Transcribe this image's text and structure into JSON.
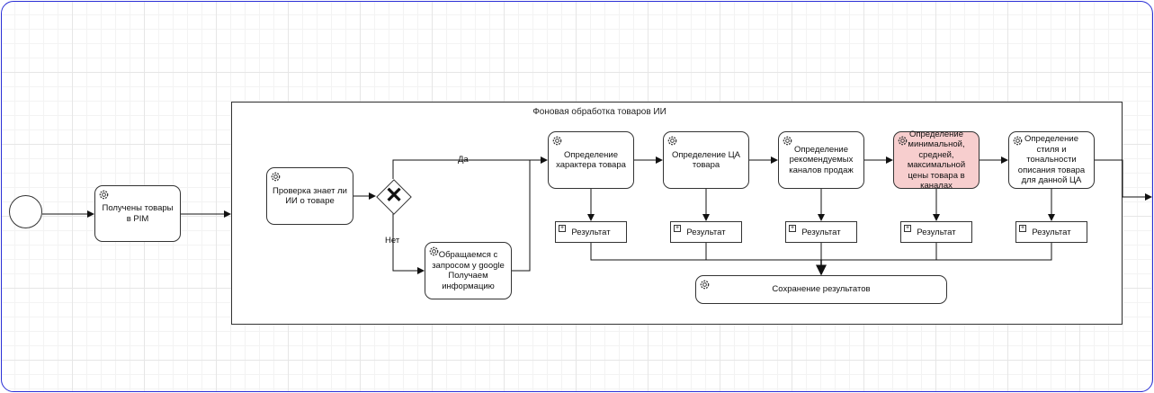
{
  "pool": {
    "title": "Фоновая обработка товаров ИИ"
  },
  "tasks": {
    "received": "Получены товары в PIM",
    "check_ai": "Проверка знает ли ИИ о товаре",
    "google": "Обращаемся с запросом у google Получаем информацию",
    "character": "Определение характера товара",
    "ca": "Определение ЦА товара",
    "channels": "Определение рекомендуемых каналов продаж",
    "price": "Определение минимальной, средней, максимальной цены товара в каналах",
    "style": "Определение стиля и тональности описания товара для данной ЦА",
    "save": "Сохранение результатов"
  },
  "result_label": "Результат",
  "gateway": {
    "yes": "Да",
    "no": "Нет"
  },
  "colors": {
    "highlight": "#f7cece",
    "frame": "#2b2fd6"
  }
}
